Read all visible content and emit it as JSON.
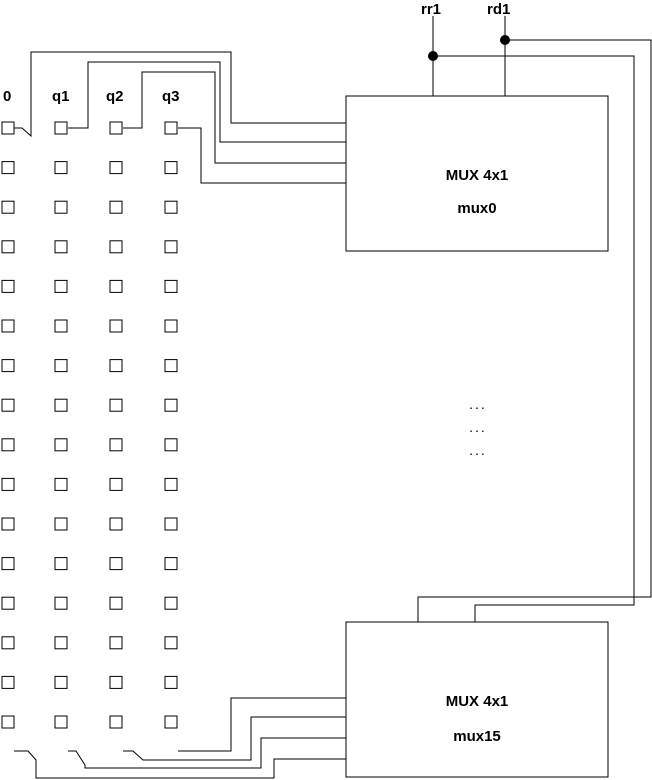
{
  "columns": [
    "0",
    "q1",
    "q2",
    "q3"
  ],
  "rows_per_column": 16,
  "signals": [
    "rr1",
    "rd1"
  ],
  "muxes": [
    {
      "title": "MUX 4x1",
      "name": "mux0"
    },
    {
      "title": "MUX 4x1",
      "name": "mux15"
    }
  ],
  "ellipsis": [
    "...",
    "...",
    "..."
  ]
}
